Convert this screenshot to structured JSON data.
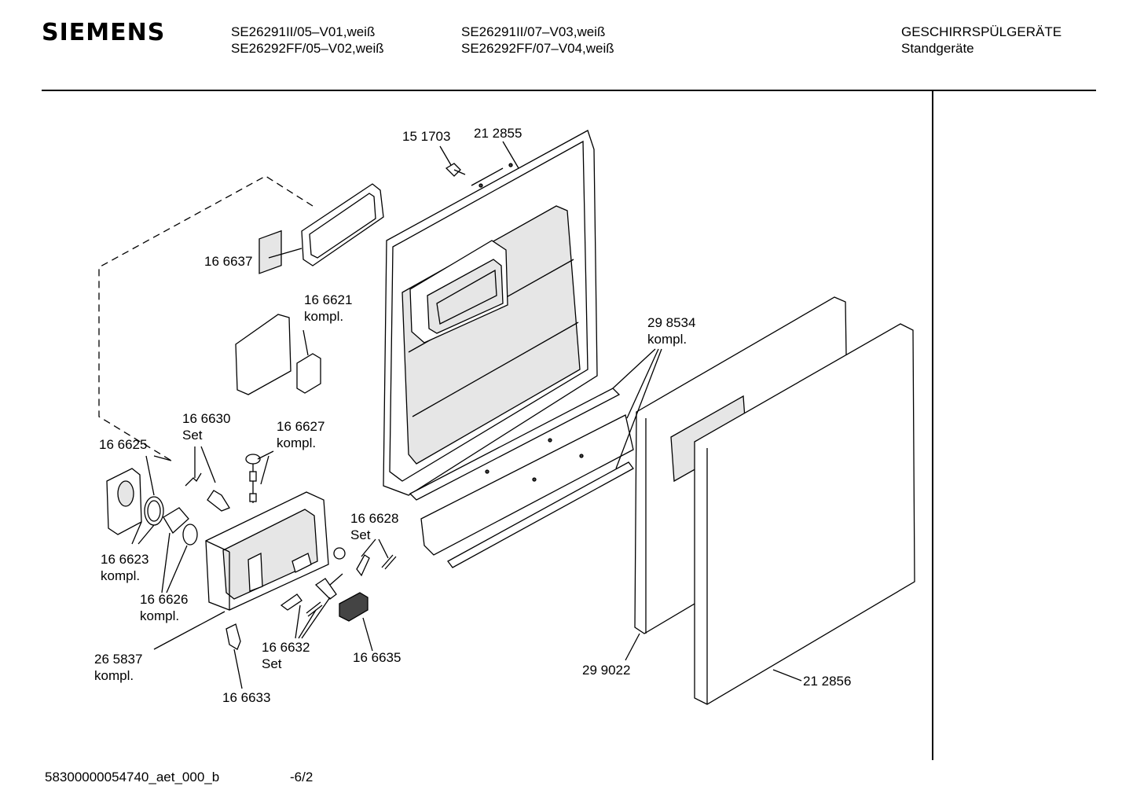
{
  "header": {
    "brand": "SIEMENS",
    "models_col1": [
      "SE26291II/05–V01,weiß",
      "SE26292FF/05–V02,weiß"
    ],
    "models_col2": [
      "SE26291II/07–V03,weiß",
      "SE26292FF/07–V04,weiß"
    ],
    "category": "GESCHIRRSPÜLGERÄTE",
    "subcategory": "Standgeräte"
  },
  "parts": {
    "p151703": "15 1703",
    "p212855": "21 2855",
    "p166637": "16 6637",
    "p166621": [
      "16 6621",
      "kompl."
    ],
    "p298534": [
      "29 8534",
      "kompl."
    ],
    "p166630": [
      "16 6630",
      "Set"
    ],
    "p166627": [
      "16 6627",
      "kompl."
    ],
    "p166625": "16 6625",
    "p166628": [
      "16 6628",
      "Set"
    ],
    "p166623": [
      "16 6623",
      "kompl."
    ],
    "p166626": [
      "16 6626",
      "kompl."
    ],
    "p265837": [
      "26 5837",
      "kompl."
    ],
    "p166632": [
      "16 6632",
      "Set"
    ],
    "p166635": "16 6635",
    "p299022": "29 9022",
    "p212856": "21 2856",
    "p166633": "16 6633"
  },
  "footer": {
    "doc_id": "58300000054740_aet_000_b",
    "page": "-6/2"
  }
}
